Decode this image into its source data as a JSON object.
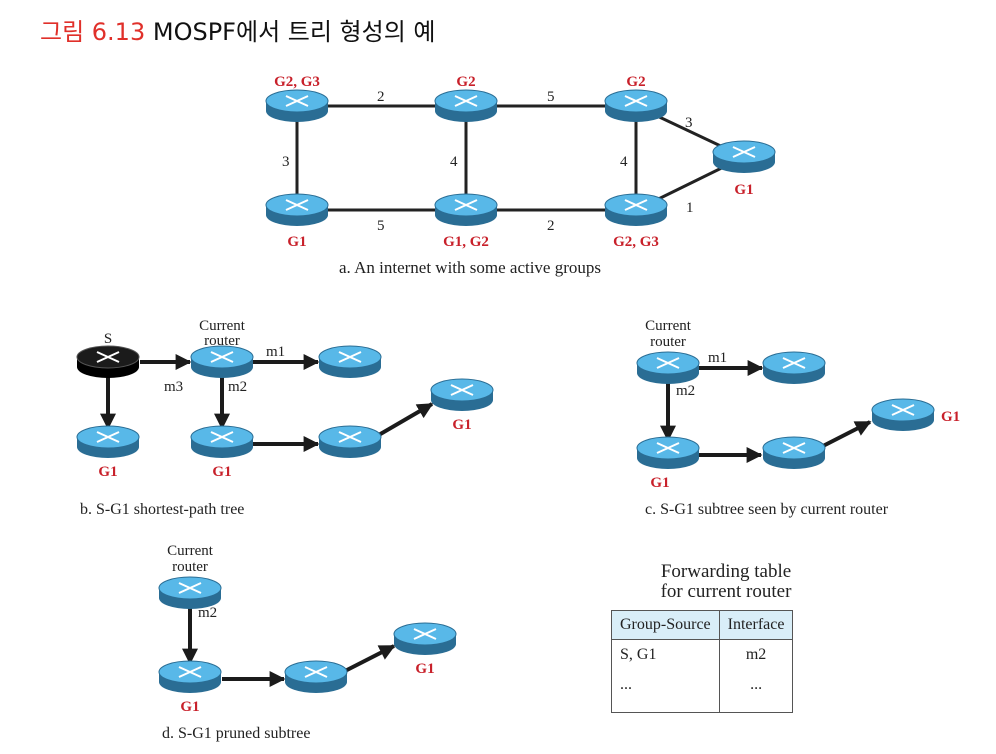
{
  "title": {
    "number": "그림 6.13",
    "text": "MOSPF에서 트리 형성의 예"
  },
  "panel_a": {
    "labels": {
      "tl": "G2, G3",
      "tm": "G2",
      "tr": "G2",
      "bl": "G1",
      "bm": "G1, G2",
      "br": "G2, G3",
      "far": "G1"
    },
    "weights": {
      "tl_tm": "2",
      "tm_tr": "5",
      "tl_bl": "3",
      "tm_bm": "4",
      "tr_br": "4",
      "bl_bm": "5",
      "bm_br": "2",
      "tr_far": "3",
      "br_far": "1"
    },
    "caption": "a. An internet with some active groups"
  },
  "panel_b": {
    "source": "S",
    "current_line1": "Current",
    "current_line2": "router",
    "m1": "m1",
    "m2": "m2",
    "m3": "m3",
    "g1_left": "G1",
    "g1_mid": "G1",
    "g1_far": "G1",
    "caption": "b. S-G1 shortest-path tree"
  },
  "panel_c": {
    "current_line1": "Current",
    "current_line2": "router",
    "m1": "m1",
    "m2": "m2",
    "g1_bottom": "G1",
    "g1_far": "G1",
    "caption": "c. S-G1 subtree seen by current router"
  },
  "panel_d": {
    "current_line1": "Current",
    "current_line2": "router",
    "m2": "m2",
    "g1_bottom": "G1",
    "g1_far": "G1",
    "caption": "d. S-G1 pruned subtree"
  },
  "forwarding_table": {
    "title_line1": "Forwarding table",
    "title_line2": "for current router",
    "headers": [
      "Group-Source",
      "Interface"
    ],
    "rows": [
      {
        "group_source": "S, G1",
        "interface": "m2"
      },
      {
        "group_source": "...",
        "interface": "..."
      }
    ]
  },
  "colors": {
    "router_fill": "#58b8e8",
    "router_dark": "#1b1b1b",
    "title_accent": "#e0302a",
    "group_label": "#c8202a"
  }
}
